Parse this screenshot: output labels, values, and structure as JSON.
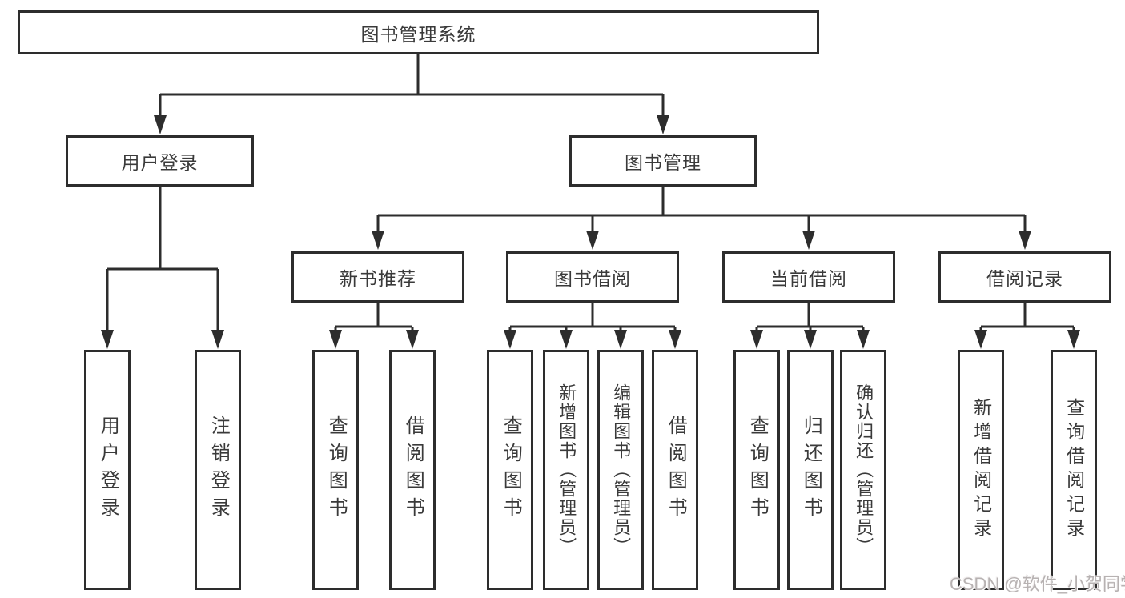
{
  "diagram": {
    "root": {
      "label": "图书管理系统"
    },
    "level2": {
      "user_login": {
        "label": "用户登录"
      },
      "book_mgmt": {
        "label": "图书管理"
      }
    },
    "level3": {
      "new_book_rec": {
        "label": "新书推荐"
      },
      "book_borrow": {
        "label": "图书借阅"
      },
      "current_borrow": {
        "label": "当前借阅"
      },
      "borrow_record": {
        "label": "借阅记录"
      }
    },
    "leaves": {
      "user_login_1": "用户登录",
      "user_login_2": "注销登录",
      "new_book_1": "查询图书",
      "new_book_2": "借阅图书",
      "borrow_1": "查询图书",
      "borrow_2": "新增图书（管理员）",
      "borrow_3": "编辑图书（管理员）",
      "borrow_4": "借阅图书",
      "current_1": "查询图书",
      "current_2": "归还图书",
      "current_3": "确认归还（管理员）",
      "record_1": "新增借阅记录",
      "record_2": "查询借阅记录"
    },
    "watermark": "CSDN @软件_小贺同学",
    "colors": {
      "line": "#2d2d2d",
      "text": "#3a3a3a",
      "background": "#ffffff",
      "watermark": "#b7b2b2"
    }
  }
}
